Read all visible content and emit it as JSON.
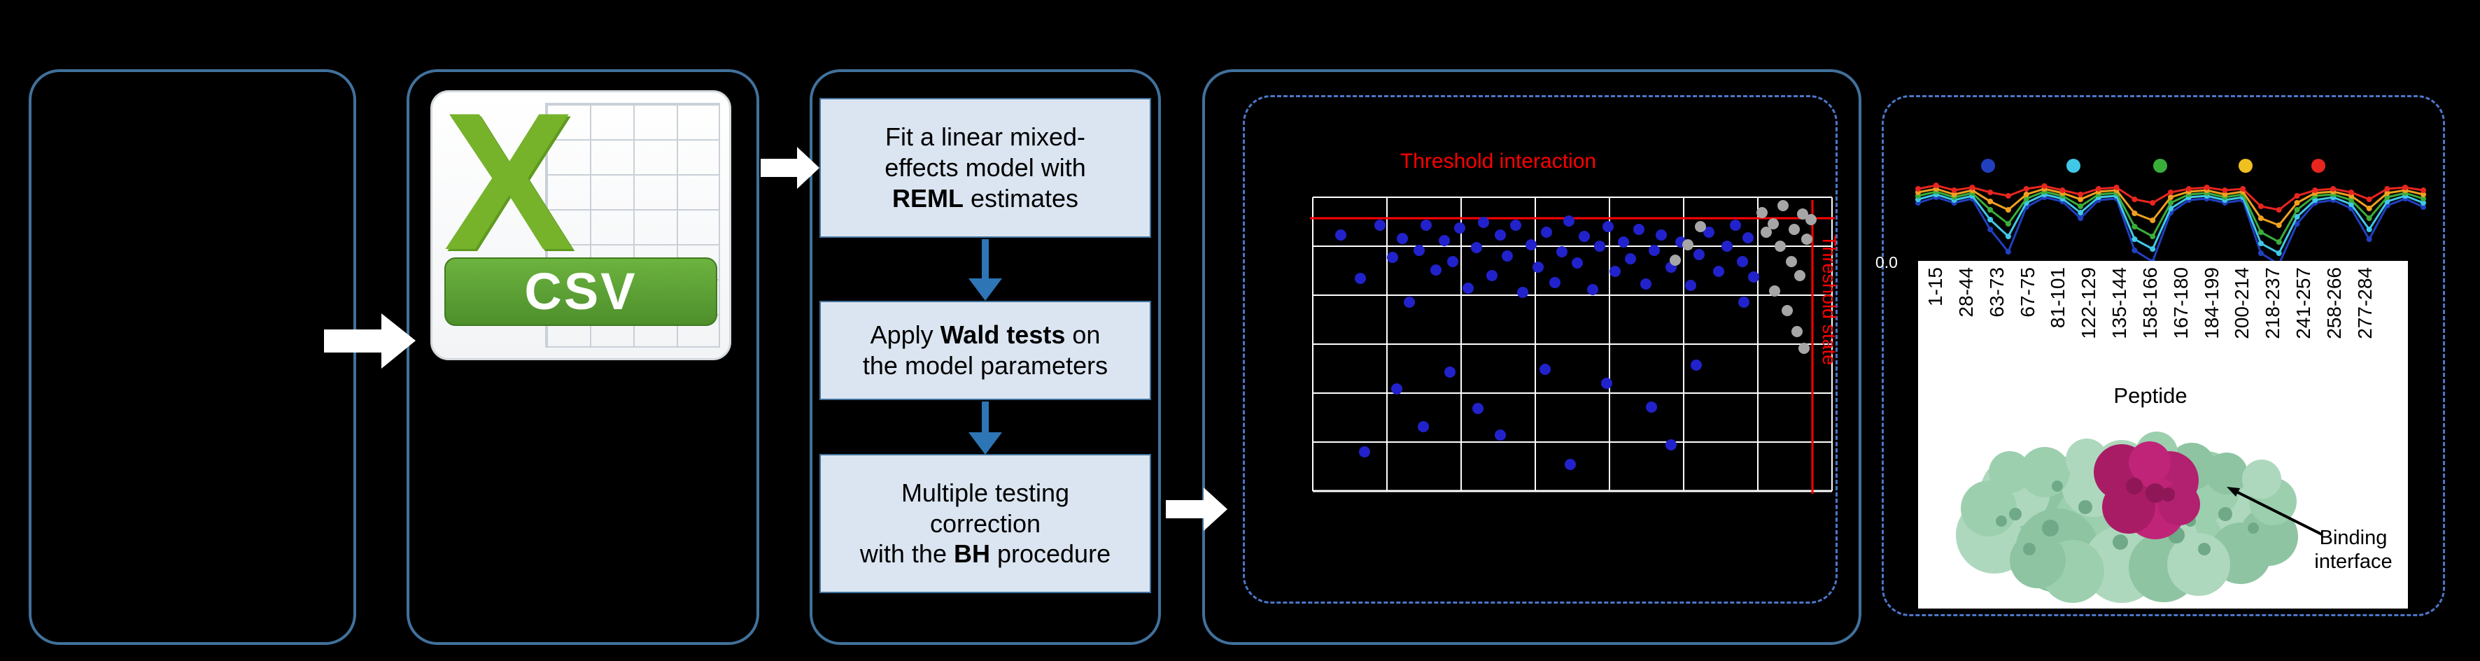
{
  "figure": {
    "background": "#000000",
    "solid_border_color": "#41719C",
    "dashed_border_color": "#4C77C9"
  },
  "csv": {
    "x_letter": "X",
    "label": "CSV"
  },
  "pipeline": {
    "fill": "#DBE5F1",
    "steps": [
      {
        "lines": [
          [
            {
              "t": "Fit a linear mixed-"
            }
          ],
          [
            {
              "t": "effects model with"
            }
          ],
          [
            {
              "t": "REML",
              "b": true
            },
            {
              "t": " estimates"
            }
          ]
        ]
      },
      {
        "lines": [
          [
            {
              "t": "Apply "
            },
            {
              "t": "Wald tests",
              "b": true
            },
            {
              "t": " on"
            }
          ],
          [
            {
              "t": "the model parameters"
            }
          ]
        ]
      },
      {
        "lines": [
          [
            {
              "t": "Multiple testing"
            }
          ],
          [
            {
              "t": "correction"
            }
          ],
          [
            {
              "t": "with the "
            },
            {
              "t": "BH",
              "b": true
            },
            {
              "t": " procedure"
            }
          ]
        ]
      }
    ]
  },
  "scatter": {
    "title": "Threshold interaction",
    "side_label": "Threshold state",
    "grid_color": "#FFFFFF",
    "threshold_color": "#FF0000",
    "point_color_significant": "#2222CC",
    "point_color_nonsignificant": "#A6A6A6",
    "blue_points": [
      [
        140,
        200
      ],
      [
        168,
        262
      ],
      [
        196,
        186
      ],
      [
        214,
        232
      ],
      [
        228,
        205
      ],
      [
        238,
        296
      ],
      [
        252,
        222
      ],
      [
        262,
        186
      ],
      [
        276,
        250
      ],
      [
        288,
        208
      ],
      [
        300,
        238
      ],
      [
        310,
        190
      ],
      [
        322,
        276
      ],
      [
        334,
        218
      ],
      [
        344,
        182
      ],
      [
        356,
        258
      ],
      [
        368,
        200
      ],
      [
        378,
        230
      ],
      [
        390,
        186
      ],
      [
        400,
        282
      ],
      [
        412,
        214
      ],
      [
        422,
        246
      ],
      [
        434,
        196
      ],
      [
        446,
        268
      ],
      [
        456,
        224
      ],
      [
        466,
        180
      ],
      [
        478,
        240
      ],
      [
        488,
        202
      ],
      [
        500,
        278
      ],
      [
        510,
        216
      ],
      [
        522,
        188
      ],
      [
        532,
        252
      ],
      [
        544,
        210
      ],
      [
        554,
        234
      ],
      [
        566,
        192
      ],
      [
        576,
        270
      ],
      [
        588,
        222
      ],
      [
        598,
        200
      ],
      [
        612,
        246
      ],
      [
        626,
        210
      ],
      [
        640,
        272
      ],
      [
        652,
        228
      ],
      [
        666,
        196
      ],
      [
        680,
        252
      ],
      [
        692,
        216
      ],
      [
        704,
        186
      ],
      [
        714,
        238
      ],
      [
        722,
        204
      ],
      [
        730,
        260
      ],
      [
        716,
        296
      ],
      [
        220,
        420
      ],
      [
        258,
        474
      ],
      [
        296,
        396
      ],
      [
        336,
        448
      ],
      [
        174,
        510
      ],
      [
        368,
        486
      ],
      [
        432,
        392
      ],
      [
        520,
        412
      ],
      [
        468,
        528
      ],
      [
        584,
        446
      ],
      [
        648,
        386
      ],
      [
        612,
        500
      ]
    ],
    "gray_points": [
      [
        742,
        168
      ],
      [
        758,
        184
      ],
      [
        772,
        158
      ],
      [
        788,
        192
      ],
      [
        800,
        170
      ],
      [
        768,
        216
      ],
      [
        784,
        238
      ],
      [
        796,
        258
      ],
      [
        806,
        206
      ],
      [
        760,
        280
      ],
      [
        778,
        308
      ],
      [
        792,
        338
      ],
      [
        802,
        362
      ],
      [
        748,
        196
      ],
      [
        812,
        178
      ],
      [
        636,
        214
      ],
      [
        654,
        188
      ],
      [
        618,
        236
      ]
    ]
  },
  "uptake_chart": {
    "type": "line",
    "legend_colors": [
      "#2040C0",
      "#40C8E8",
      "#3AAE3A",
      "#F0C020",
      "#E8261F"
    ],
    "y_tick": "0.0",
    "x_axis_label": "Peptide",
    "x_ticks": [
      "1-15",
      "28-44",
      "63-73",
      "67-75",
      "81-101",
      "122-129",
      "135-144",
      "158-166",
      "167-180",
      "184-199",
      "200-214",
      "218-237",
      "241-257",
      "258-266",
      "277-284"
    ],
    "series": [
      {
        "name": "series-dark-blue",
        "color": "#2040C0",
        "y": [
          90,
          82,
          90,
          84,
          128,
          160,
          96,
          82,
          88,
          112,
          86,
          84,
          158,
          174,
          104,
          86,
          84,
          90,
          86,
          162,
          178,
          120,
          90,
          86,
          98,
          142,
          94,
          84,
          96
        ]
      },
      {
        "name": "series-cyan",
        "color": "#40C8E8",
        "y": [
          85,
          78,
          86,
          80,
          114,
          138,
          90,
          78,
          84,
          104,
          82,
          80,
          142,
          156,
          98,
          82,
          80,
          86,
          82,
          148,
          162,
          110,
          86,
          82,
          92,
          128,
          88,
          80,
          90
        ]
      },
      {
        "name": "series-green",
        "color": "#3AAE3A",
        "y": [
          80,
          74,
          82,
          76,
          100,
          120,
          84,
          74,
          80,
          95,
          78,
          76,
          124,
          138,
          90,
          78,
          76,
          82,
          78,
          132,
          146,
          100,
          80,
          78,
          86,
          112,
          82,
          76,
          84
        ]
      },
      {
        "name": "series-orange",
        "color": "#F0A020",
        "y": [
          75,
          70,
          78,
          72,
          88,
          100,
          78,
          70,
          76,
          85,
          74,
          72,
          105,
          115,
          82,
          74,
          72,
          78,
          74,
          112,
          122,
          90,
          76,
          74,
          80,
          98,
          76,
          72,
          78
        ]
      },
      {
        "name": "series-red",
        "color": "#E8261F",
        "y": [
          70,
          65,
          72,
          68,
          75,
          80,
          70,
          66,
          72,
          78,
          70,
          68,
          85,
          90,
          75,
          70,
          68,
          72,
          70,
          95,
          100,
          80,
          72,
          70,
          75,
          85,
          70,
          68,
          72
        ]
      }
    ]
  },
  "protein": {
    "annotation_line1": "Binding",
    "annotation_line2": "interface"
  }
}
